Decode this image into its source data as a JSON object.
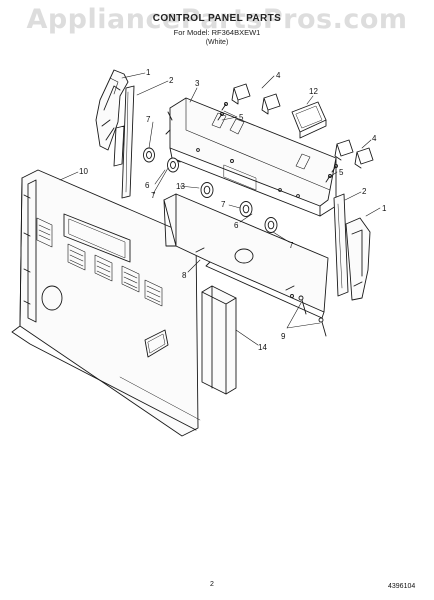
{
  "watermark": "AppliancePartsPros.com",
  "header": {
    "title": "CONTROL PANEL PARTS",
    "model_line": "For Model: RF364BXEW1",
    "color_line": "(White)"
  },
  "callouts": [
    "1",
    "2",
    "3",
    "4",
    "5",
    "7",
    "12",
    "6",
    "7",
    "13",
    "4",
    "5",
    "10",
    "7",
    "2",
    "6",
    "1",
    "7",
    "8",
    "9",
    "14"
  ],
  "footer": {
    "page_number": "2",
    "document_number": "4396104"
  }
}
